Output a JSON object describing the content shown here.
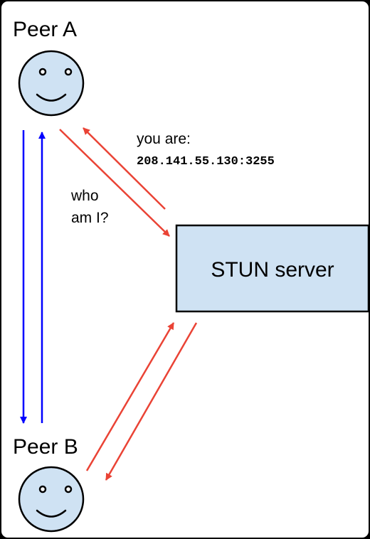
{
  "diagram": {
    "peer_a": {
      "label": "Peer A"
    },
    "peer_b": {
      "label": "Peer B"
    },
    "server": {
      "label": "STUN server"
    },
    "request": {
      "line1": "who",
      "line2": "am I?"
    },
    "response": {
      "line1": "you are:",
      "line2": "208.141.55.130:3255"
    },
    "colors": {
      "canvas": "#ffffff",
      "frame": "#000000",
      "face_fill": "#cfe2f3",
      "server_fill": "#cfe2f3",
      "stun_arrow": "#ea4335",
      "peer_arrow": "#0000ff"
    }
  }
}
